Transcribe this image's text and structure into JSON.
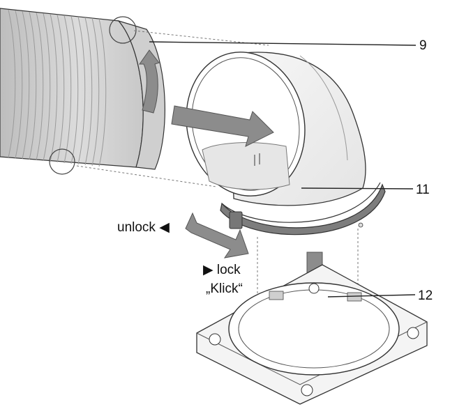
{
  "callouts": {
    "part_9": "9",
    "part_11": "11",
    "part_12": "12"
  },
  "instructions": {
    "unlock": "unlock ◀",
    "lock": "▶ lock",
    "click": "„Klick“"
  },
  "colors": {
    "line": "#222222",
    "arrow_fill": "#8c8c8c",
    "arrow_stroke": "#555555",
    "hose_fill": "#d9d9d9",
    "light_fill": "#f2f2f2"
  }
}
